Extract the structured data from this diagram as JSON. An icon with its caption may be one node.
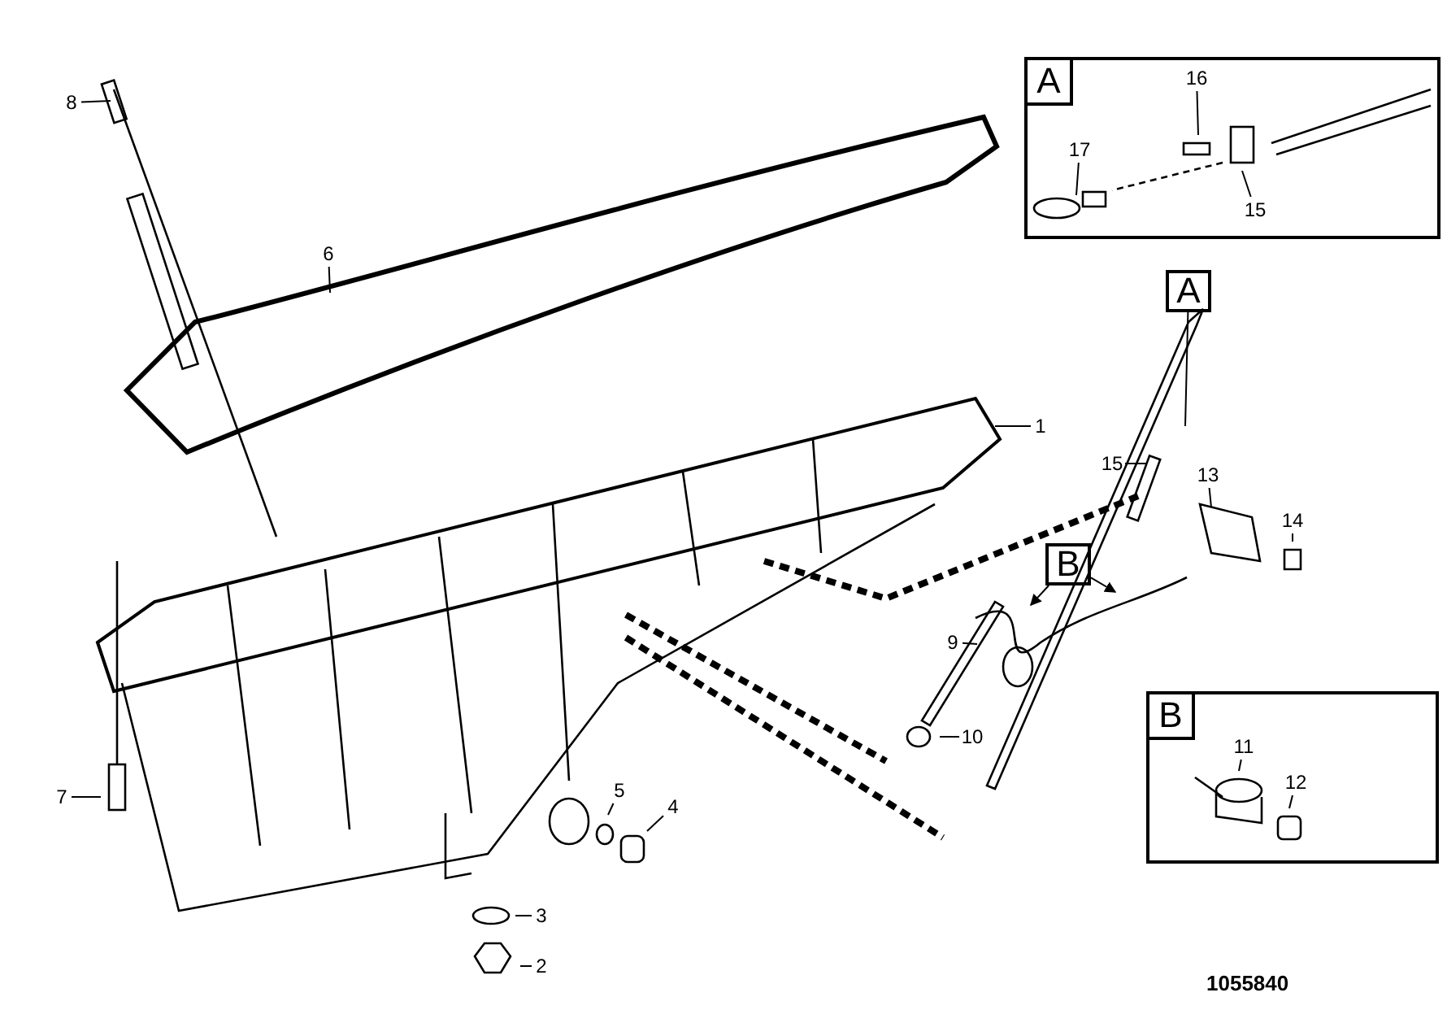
{
  "diagram": {
    "nodes": [
      {
        "text": [
          "A"
        ]
      },
      {
        "text": [
          "16"
        ],
        "in": 0
      },
      {
        "text": [
          "17"
        ],
        "in": 0
      },
      {
        "text": [
          "15"
        ],
        "in": 0
      },
      {
        "text": [
          "B"
        ]
      },
      {
        "text": [
          "11"
        ],
        "in": 4
      },
      {
        "text": [
          "12"
        ],
        "in": 4
      },
      {
        "text": [
          "8"
        ]
      },
      {
        "text": [
          "6"
        ]
      },
      {
        "text": [
          "1"
        ]
      },
      {
        "text": [
          "A"
        ]
      },
      {
        "text": [
          "15"
        ]
      },
      {
        "text": [
          "13"
        ]
      },
      {
        "text": [
          "14"
        ]
      },
      {
        "text": [
          "B"
        ]
      },
      {
        "text": [
          "9"
        ]
      },
      {
        "text": [
          "10"
        ]
      },
      {
        "text": [
          "7"
        ]
      },
      {
        "text": [
          "5"
        ]
      },
      {
        "text": [
          "4"
        ]
      },
      {
        "text": [
          "3"
        ]
      },
      {
        "text": [
          "2"
        ]
      }
    ],
    "edges": [
      {
        "from": 1,
        "to": null,
        "arrow": "none"
      },
      {
        "from": 2,
        "to": null,
        "arrow": "none"
      },
      {
        "from": 3,
        "to": null,
        "arrow": "none"
      },
      {
        "from": 7,
        "to": null,
        "arrow": "none"
      },
      {
        "from": 8,
        "to": null,
        "arrow": "none"
      },
      {
        "from": 9,
        "to": null,
        "arrow": "none"
      },
      {
        "from": 10,
        "to": null,
        "arrow": "none"
      },
      {
        "from": 11,
        "to": null,
        "arrow": "none"
      },
      {
        "from": 12,
        "to": null,
        "arrow": "none"
      },
      {
        "from": 13,
        "to": null,
        "arrow": "none"
      },
      {
        "from": 14,
        "to": null,
        "arrow": "to"
      },
      {
        "from": 14,
        "to": null,
        "arrow": "to"
      },
      {
        "from": 15,
        "to": null,
        "arrow": "none"
      },
      {
        "from": 16,
        "to": null,
        "arrow": "none"
      },
      {
        "from": 17,
        "to": null,
        "arrow": "none"
      },
      {
        "from": 18,
        "to": null,
        "arrow": "none"
      },
      {
        "from": 19,
        "to": null,
        "arrow": "none"
      },
      {
        "from": 20,
        "to": null,
        "arrow": "none"
      },
      {
        "from": 21,
        "to": null,
        "arrow": "none"
      },
      {
        "from": 5,
        "to": null,
        "arrow": "none"
      },
      {
        "from": 6,
        "to": null,
        "arrow": "none"
      }
    ],
    "labels": [
      "1055840"
    ]
  }
}
